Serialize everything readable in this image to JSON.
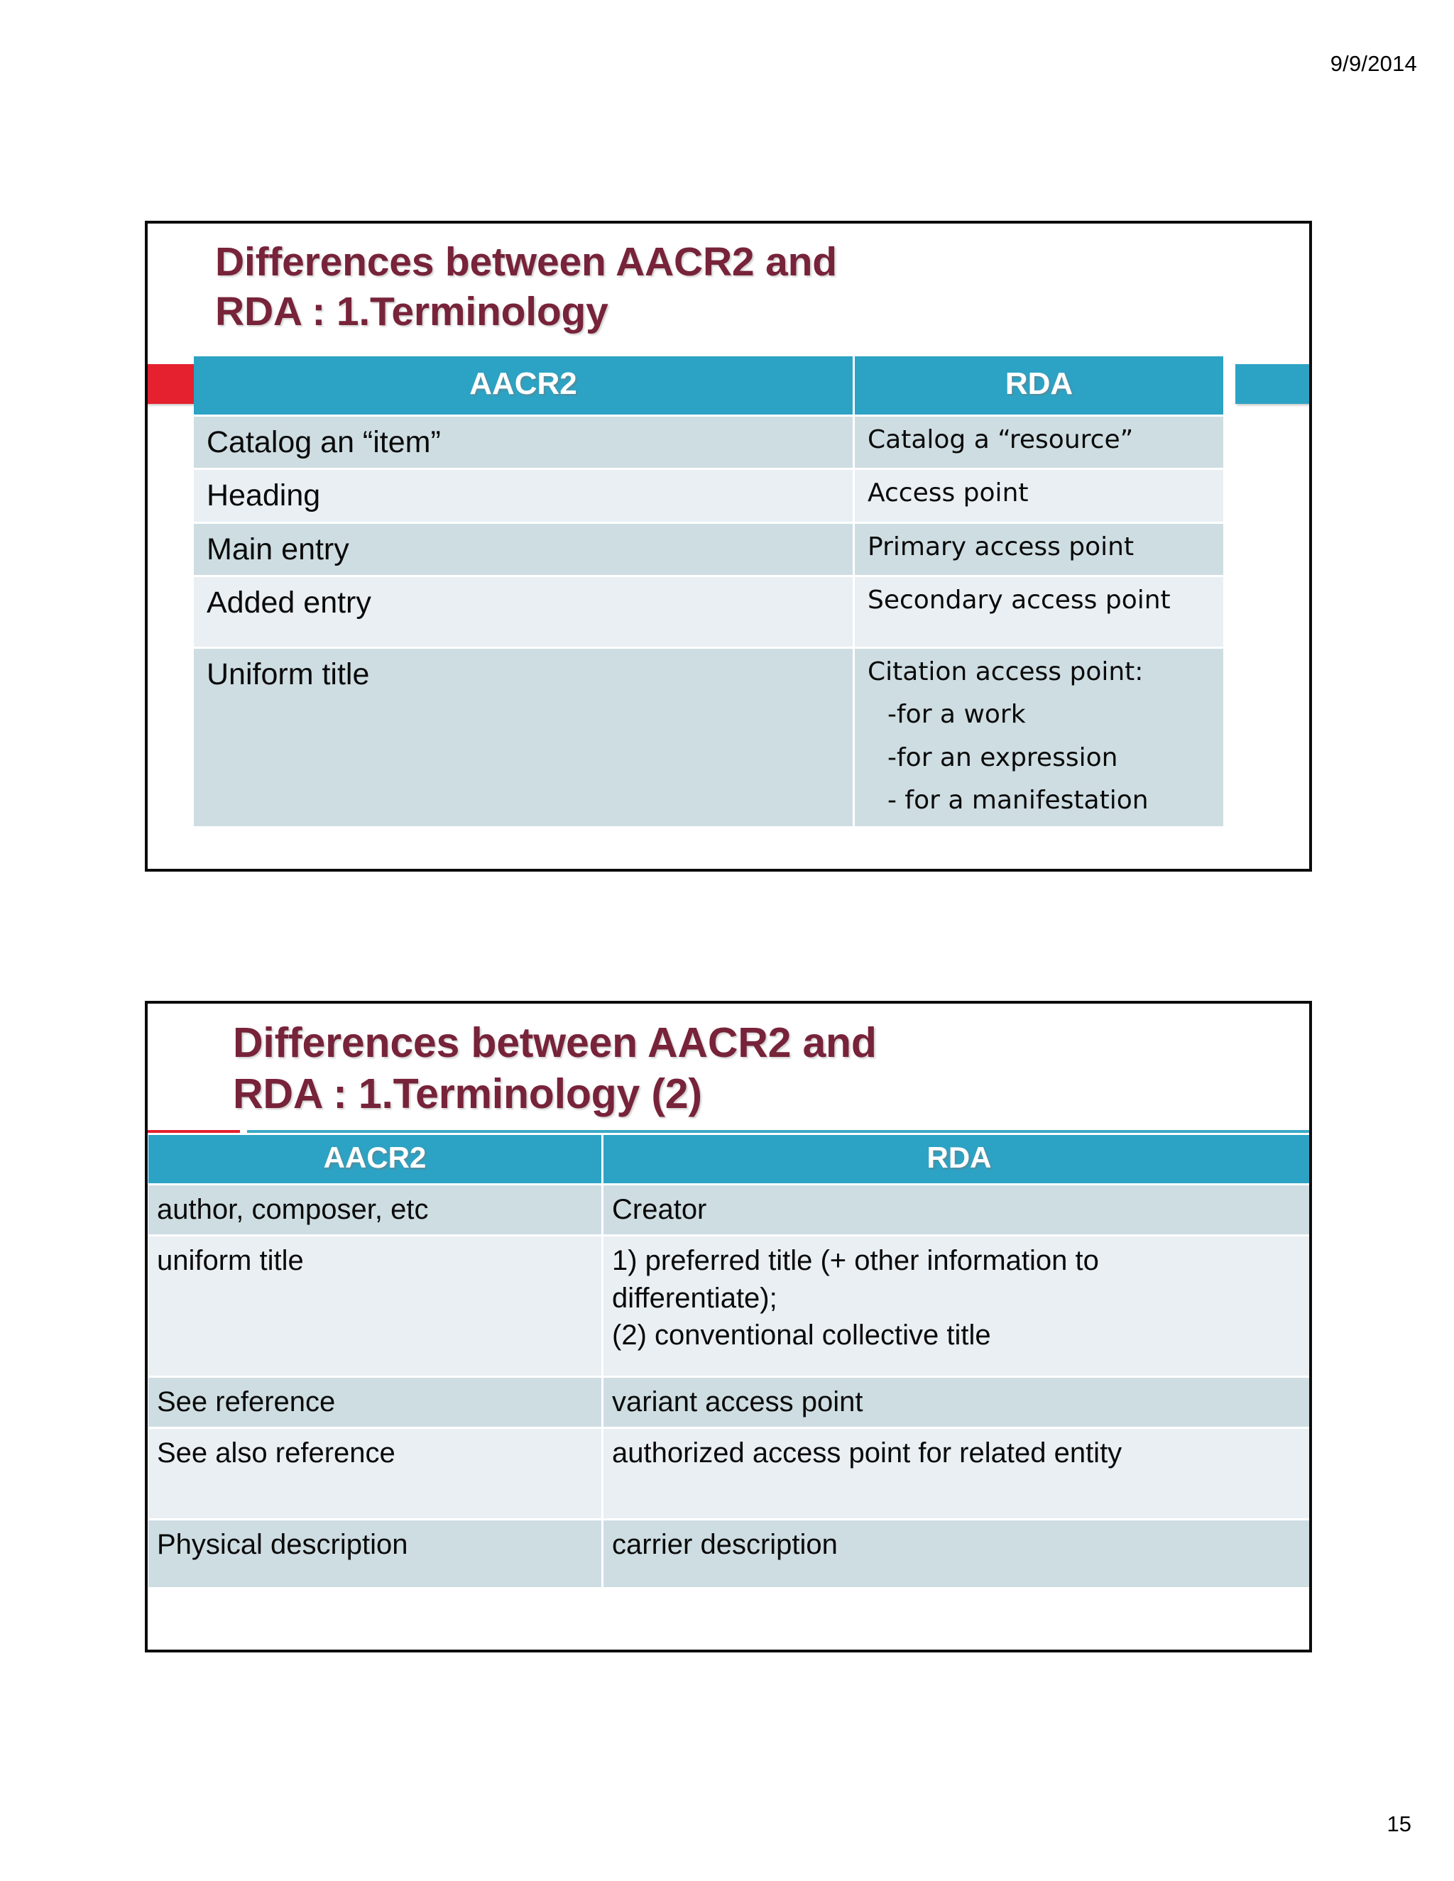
{
  "page": {
    "date": "9/9/2014",
    "number": "15"
  },
  "colors": {
    "title_maroon": "#77233a",
    "header_teal": "#2ca3c4",
    "accent_red": "#e5202f",
    "row_dark": "#cedde2",
    "row_light": "#e9eff3",
    "slide_border": "#0b0b0b"
  },
  "slides": [
    {
      "id": "slide-1",
      "title": "Differences between AACR2 and\nRDA : 1.Terminology",
      "table": {
        "headers": [
          "AACR2",
          "RDA"
        ],
        "rows": [
          {
            "aacr2": "Catalog an “item”",
            "rda": "Catalog a “resource”"
          },
          {
            "aacr2": "Heading",
            "rda": "Access point"
          },
          {
            "aacr2": "Main entry",
            "rda": "Primary access point"
          },
          {
            "aacr2": "Added entry",
            "rda": "Secondary access point"
          },
          {
            "aacr2": "Uniform title",
            "rda": "Citation access point:",
            "rda_sub": [
              "-for a work",
              "-for an expression",
              "- for a manifestation"
            ]
          }
        ]
      }
    },
    {
      "id": "slide-2",
      "title": "Differences between AACR2 and\nRDA : 1.Terminology (2)",
      "table": {
        "headers": [
          "AACR2",
          "RDA"
        ],
        "rows": [
          {
            "aacr2": "author, composer, etc",
            "rda": "Creator"
          },
          {
            "aacr2": "uniform title",
            "rda_lines": [
              "1) preferred title (+ other information to",
              "differentiate);",
              "(2) conventional collective title"
            ]
          },
          {
            "aacr2": "See reference",
            "rda": "variant access point"
          },
          {
            "aacr2": "See also reference",
            "rda": "authorized access point for related entity"
          },
          {
            "aacr2": "Physical description",
            "rda": "carrier description"
          }
        ]
      }
    }
  ]
}
